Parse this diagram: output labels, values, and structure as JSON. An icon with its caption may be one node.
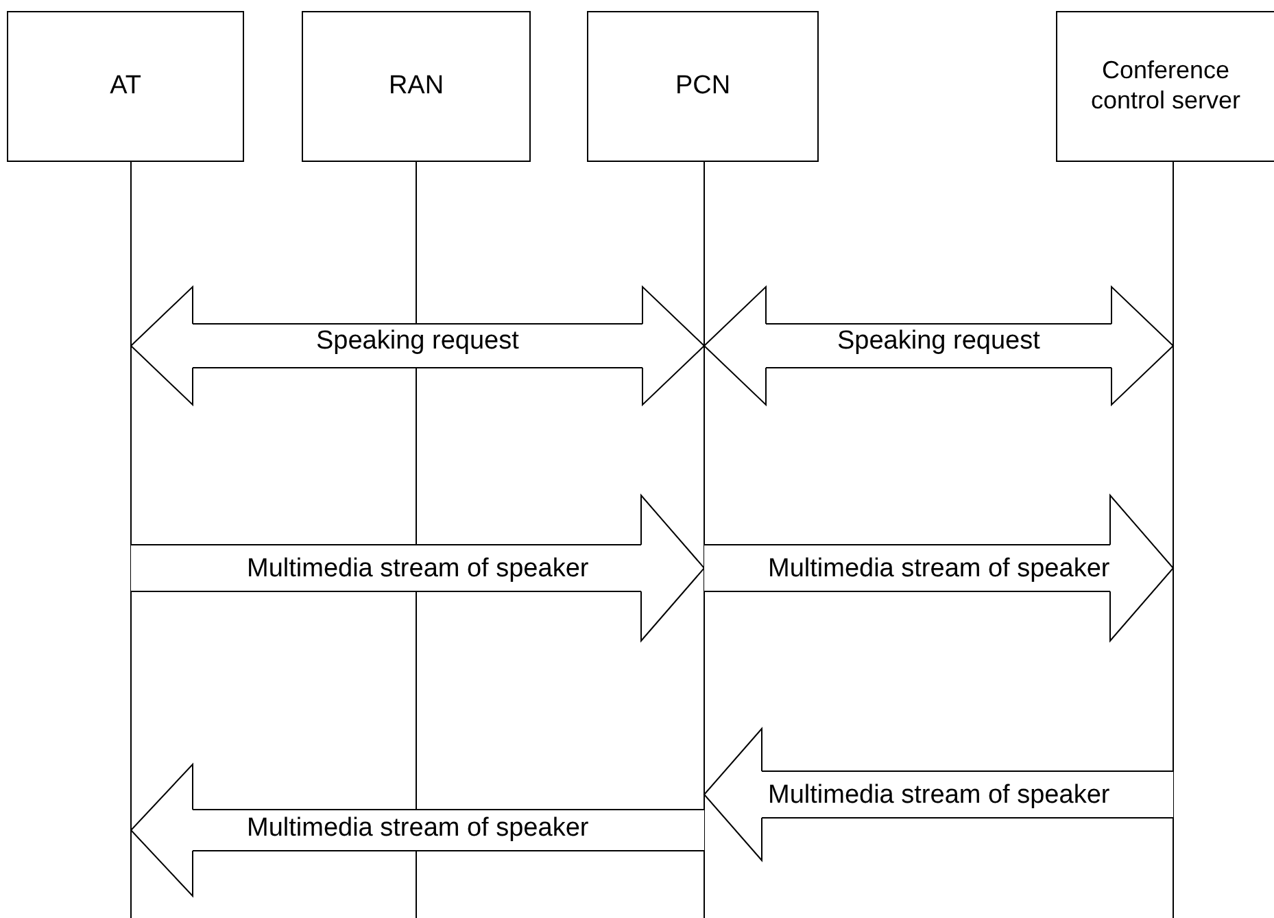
{
  "diagram": {
    "nodes": [
      {
        "text": [
          "AT"
        ]
      },
      {
        "text": [
          "RAN"
        ]
      },
      {
        "text": [
          "PCN"
        ]
      },
      {
        "text": [
          "Conference control server"
        ]
      },
      {
        "text": [],
        "shape": "line"
      },
      {
        "text": [],
        "shape": "line"
      },
      {
        "text": [],
        "shape": "line"
      },
      {
        "text": [],
        "shape": "line"
      }
    ],
    "edges": [
      {
        "from": 4,
        "to": 6,
        "arrow": "both",
        "label": "Speaking request"
      },
      {
        "from": 6,
        "to": 7,
        "arrow": "both",
        "label": "Speaking request"
      },
      {
        "from": 4,
        "to": 6,
        "arrow": "to",
        "label": "Multimedia stream of speaker"
      },
      {
        "from": 6,
        "to": 7,
        "arrow": "to",
        "label": "Multimedia stream of speaker"
      },
      {
        "from": 7,
        "to": 6,
        "arrow": "to",
        "label": "Multimedia stream of speaker"
      },
      {
        "from": 6,
        "to": 4,
        "arrow": "to",
        "label": "Multimedia stream of speaker"
      }
    ]
  }
}
